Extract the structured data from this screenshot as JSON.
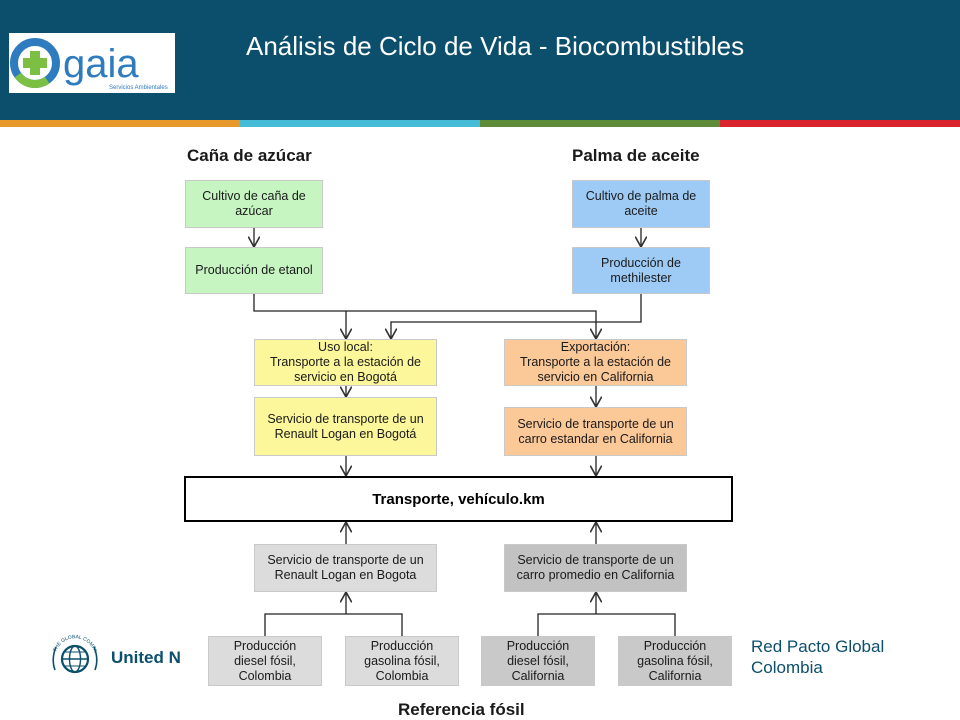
{
  "header": {
    "title": "Análisis de Ciclo de Vida - Biocombustibles",
    "logo": {
      "text": "gaia",
      "subtext": "Servicios Ambientales"
    },
    "stripe_colors": [
      "#e79a2b",
      "#45bcd6",
      "#5d8b3a",
      "#d9242f"
    ]
  },
  "diagram": {
    "sugarcane": {
      "heading": "Caña de azúcar",
      "cultivation": "Cultivo de caña de\nazúcar",
      "production": "Producción de etanol"
    },
    "palm": {
      "heading": "Palma de aceite",
      "cultivation": "Cultivo de palma de\naceite",
      "production": "Producción de\nmethilester"
    },
    "local_use": {
      "transport_to_station": "Uso local:\nTransporte a la estación de\nservicio en Bogotá",
      "transport_service": "Servicio de transporte de un\nRenault Logan en Bogotá"
    },
    "export": {
      "transport_to_station": "Exportación:\nTransporte a la estación de\nservicio en California",
      "transport_service": "Servicio de transporte de un\ncarro estandar en  California"
    },
    "functional_unit": "Transporte, vehículo.km",
    "fossil_reference": {
      "bogota_service": "Servicio de transporte de un\nRenault Logan en Bogota",
      "california_service": "Servicio de transporte de un\ncarro promedio en  California",
      "diesel_colombia": "Producción\ndiesel fósil,\nColombia",
      "gasoline_colombia": "Producción\ngasolina fósil,\nColombia",
      "diesel_california": "Producción\ndiesel fósil,\nCalifornia",
      "gasoline_california": "Producción\ngasolina fósil,\nCalifornia",
      "label": "Referencia fósil"
    }
  },
  "footer": {
    "global_compact_left": "United N",
    "global_compact_seal": "THE GLOBAL COMPACT",
    "red_pacto_line1": "Red Pacto Global",
    "red_pacto_line2": "Colombia"
  }
}
